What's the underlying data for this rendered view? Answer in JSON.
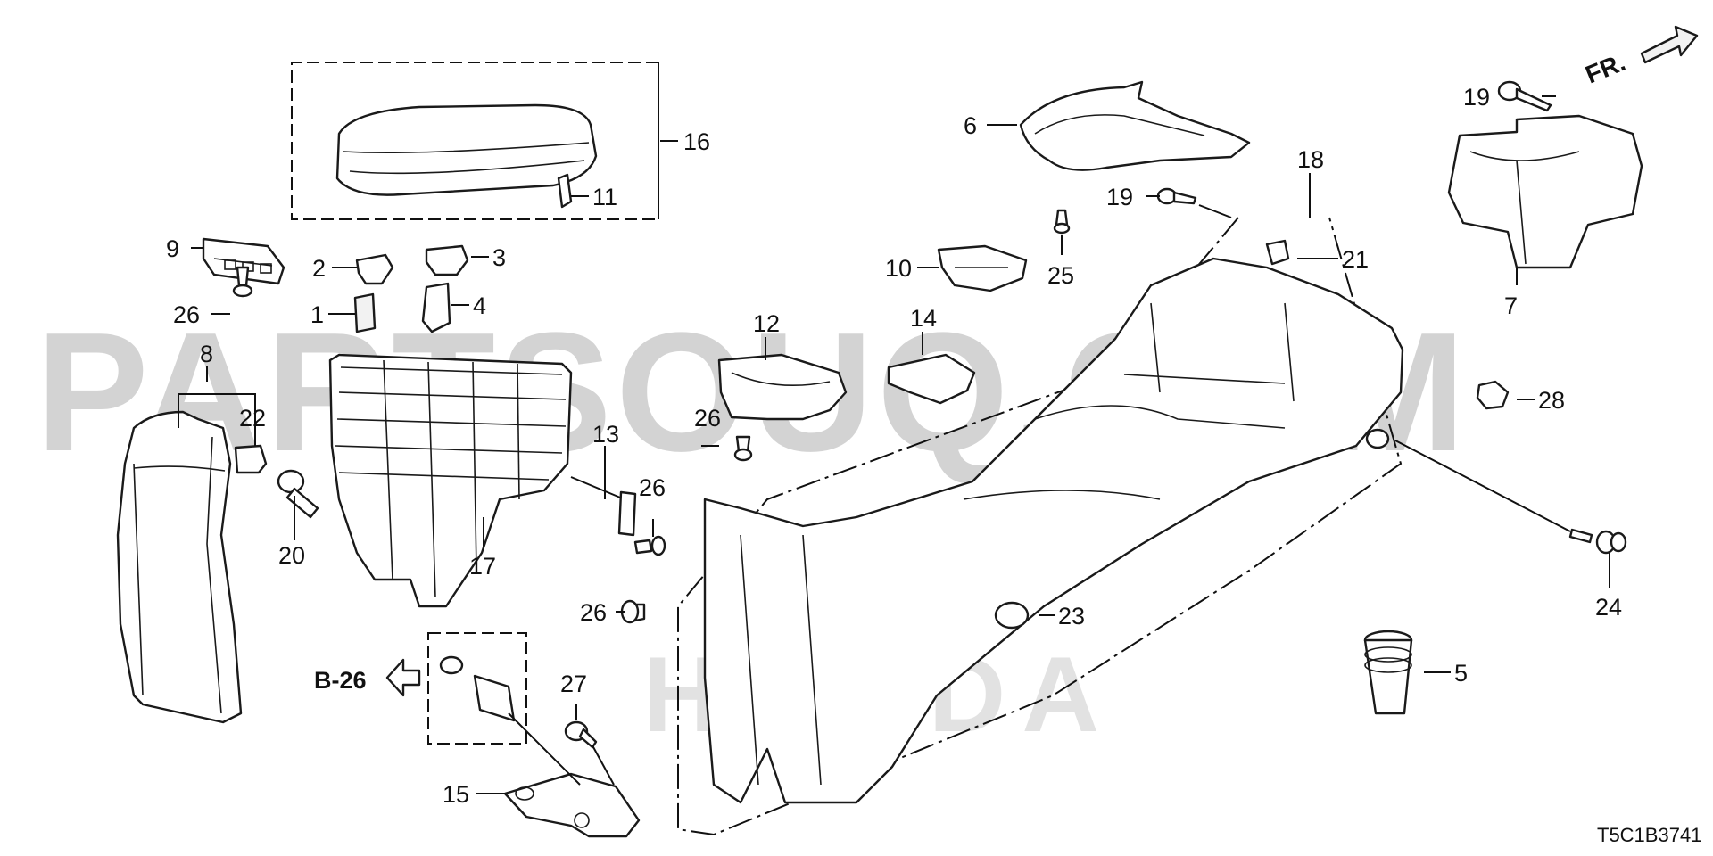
{
  "diagram": {
    "watermark": "PARTSOUQ.COM",
    "brand_watermark": "HONDA",
    "front_indicator": "FR.",
    "reference_label": "B-26",
    "diagram_code": "T5C1B3741",
    "callouts": [
      {
        "id": "c1",
        "label": "1"
      },
      {
        "id": "c2",
        "label": "2"
      },
      {
        "id": "c3",
        "label": "3"
      },
      {
        "id": "c4",
        "label": "4"
      },
      {
        "id": "c5",
        "label": "5"
      },
      {
        "id": "c6",
        "label": "6"
      },
      {
        "id": "c7",
        "label": "7"
      },
      {
        "id": "c8",
        "label": "8"
      },
      {
        "id": "c9",
        "label": "9"
      },
      {
        "id": "c10",
        "label": "10"
      },
      {
        "id": "c11",
        "label": "11"
      },
      {
        "id": "c12",
        "label": "12"
      },
      {
        "id": "c13",
        "label": "13"
      },
      {
        "id": "c14",
        "label": "14"
      },
      {
        "id": "c15",
        "label": "15"
      },
      {
        "id": "c16",
        "label": "16"
      },
      {
        "id": "c17",
        "label": "17"
      },
      {
        "id": "c18",
        "label": "18"
      },
      {
        "id": "c19a",
        "label": "19"
      },
      {
        "id": "c19b",
        "label": "19"
      },
      {
        "id": "c20",
        "label": "20"
      },
      {
        "id": "c21",
        "label": "21"
      },
      {
        "id": "c22",
        "label": "22"
      },
      {
        "id": "c23",
        "label": "23"
      },
      {
        "id": "c24",
        "label": "24"
      },
      {
        "id": "c25",
        "label": "25"
      },
      {
        "id": "c26a",
        "label": "26"
      },
      {
        "id": "c26b",
        "label": "26"
      },
      {
        "id": "c26c",
        "label": "26"
      },
      {
        "id": "c26d",
        "label": "26"
      },
      {
        "id": "c27",
        "label": "27"
      },
      {
        "id": "c28",
        "label": "28"
      }
    ]
  }
}
